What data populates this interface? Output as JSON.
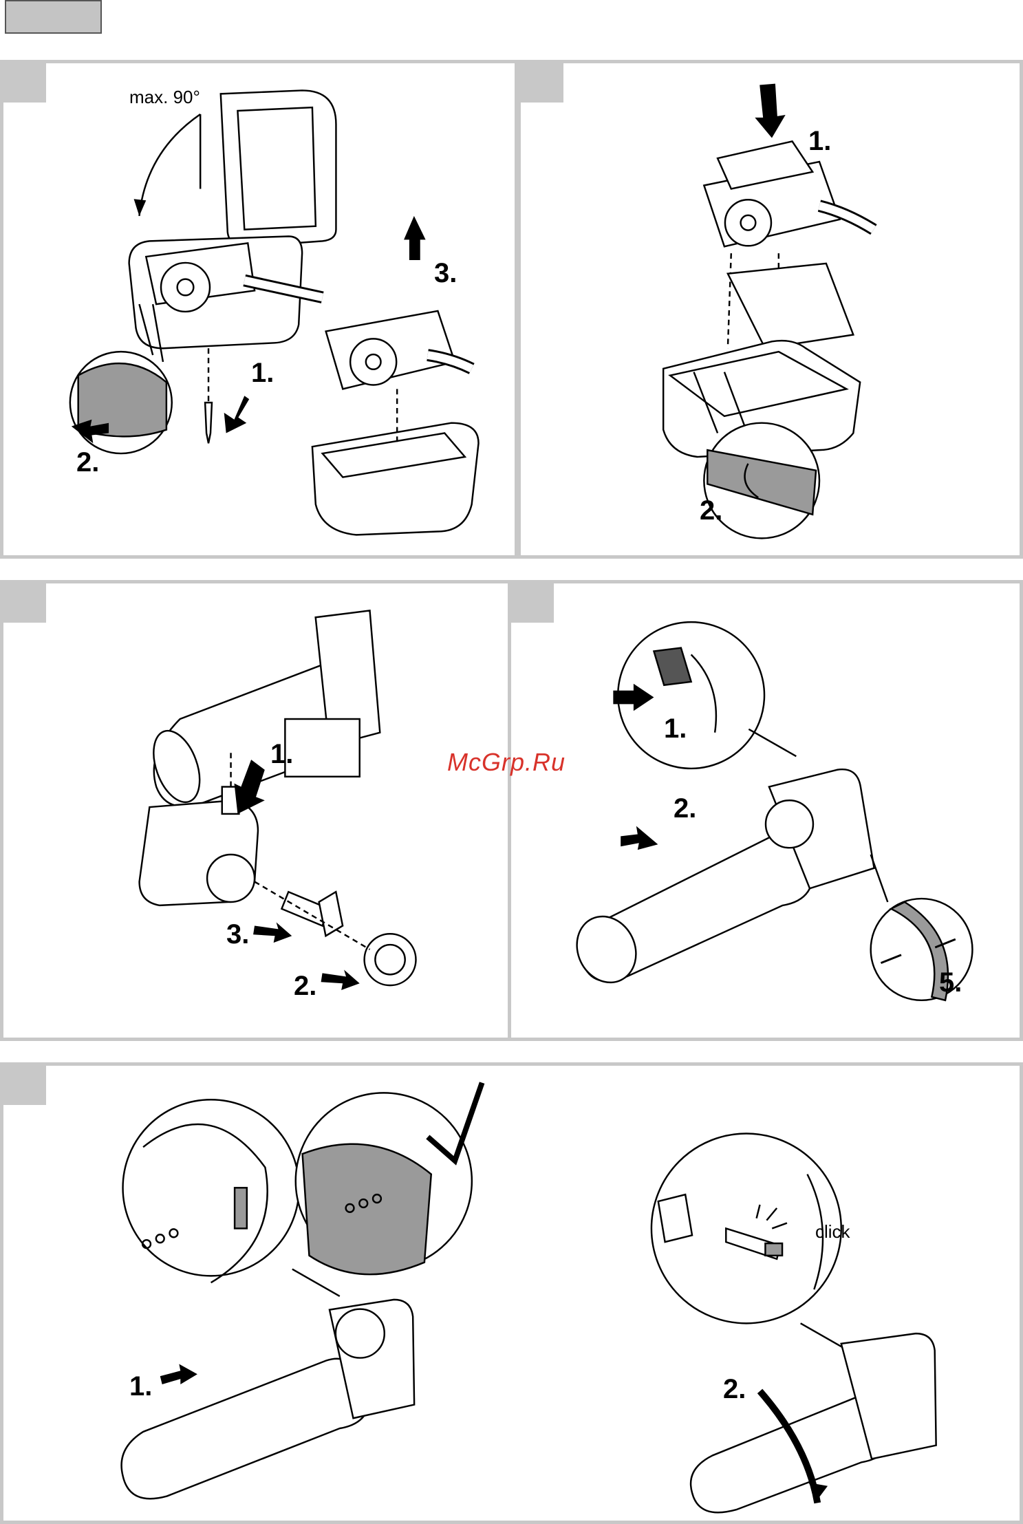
{
  "watermark": "McGrp.Ru",
  "panels": {
    "p1": {
      "angle_note": "max. 90°",
      "step1": "1.",
      "step2": "2.",
      "step3": "3."
    },
    "p2": {
      "step1": "1.",
      "step2": "2."
    },
    "p3": {
      "step1": "1.",
      "step2": "2.",
      "step3": "3."
    },
    "p4": {
      "step1": "1.",
      "step2": "2.",
      "step5": "5."
    },
    "p5": {
      "step1": "1.",
      "step2": "2.",
      "click_note": "click"
    }
  },
  "icons": [
    "arrow-icon",
    "screw-icon",
    "checkmark-icon",
    "pump-housing-icon",
    "detail-magnifier-icon"
  ],
  "colors": {
    "panel_border": "#c8c8c8",
    "shading": "#9a9a9a",
    "watermark": "#d8322a"
  }
}
